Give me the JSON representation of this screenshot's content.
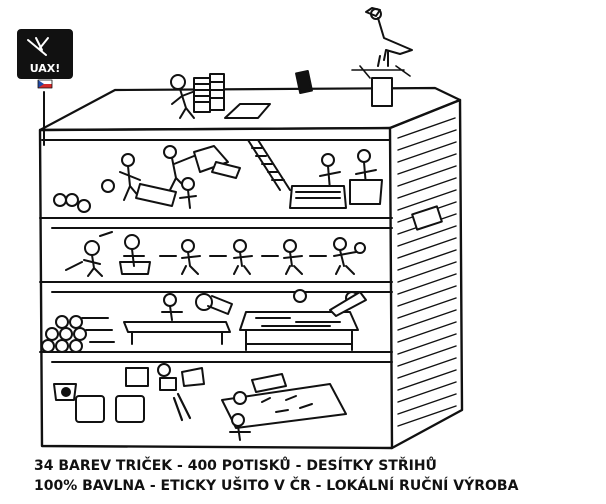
{
  "logo": {
    "text": "UAX!",
    "flag": "czech-flag-icon"
  },
  "caption": {
    "line1": "34 BAREV TRIČEK - 400 POTISKŮ - DESÍTKY STŘIHŮ",
    "line2": "100% BAVLNA - ETICKY UŠITO V ČR - LOKÁLNÍ RUČNÍ VÝROBA"
  },
  "colors": {
    "ink": "#111111",
    "paper": "#ffffff",
    "flag_blue": "#1f4aa8",
    "flag_red": "#d42a2a"
  },
  "icons": [
    "stork-icon",
    "stick-figure-icon",
    "fabric-roll-icon",
    "ladder-icon",
    "sewing-machine-icon"
  ]
}
